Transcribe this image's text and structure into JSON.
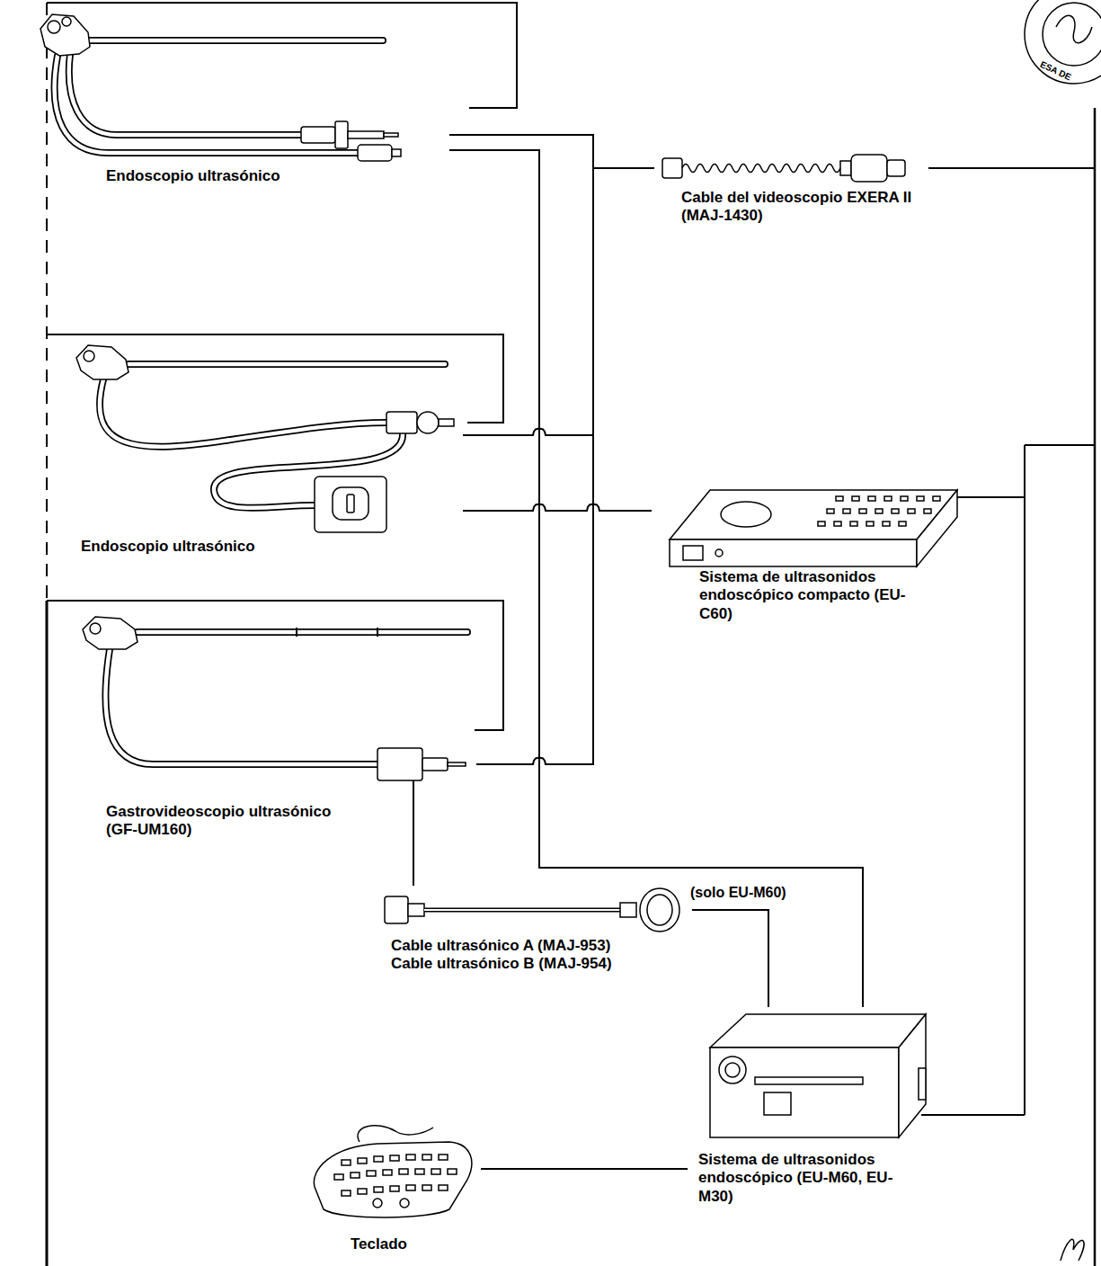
{
  "diagram": {
    "nodes": [
      {
        "text": [
          "Endoscopio ultrasónico"
        ]
      },
      {
        "text": [
          "Cable del videoscopio EXERA II (MAJ-1430)"
        ]
      },
      {
        "text": [
          "Endoscopio ultrasónico"
        ]
      },
      {
        "text": [
          "Sistema de ultrasonidos endoscópico compacto (EU-C60)"
        ]
      },
      {
        "text": [
          "Gastrovideoscopio ultrasónico (GF-UM160)"
        ]
      },
      {
        "text": [
          "Cable ultrasónico A (MAJ-953)",
          "Cable ultrasónico B (MAJ-954)"
        ]
      },
      {
        "text": [
          "Teclado"
        ]
      },
      {
        "text": [
          "Sistema de ultrasonidos endoscópico (EU-M60, EU-M30)"
        ]
      }
    ],
    "edges": [
      {
        "from": 0,
        "to": 1,
        "arrow": "none"
      },
      {
        "from": 2,
        "to": 1,
        "arrow": "none"
      },
      {
        "from": 4,
        "to": 1,
        "arrow": "none"
      },
      {
        "from": 0,
        "to": 7,
        "arrow": "none"
      },
      {
        "from": 2,
        "to": 3,
        "arrow": "none"
      },
      {
        "from": 4,
        "to": 5,
        "arrow": "none"
      },
      {
        "from": 5,
        "to": 7,
        "arrow": "none"
      },
      {
        "from": 6,
        "to": 7,
        "arrow": "none"
      }
    ],
    "labels": [
      "(solo EU-M60)",
      "ESA DE"
    ]
  }
}
